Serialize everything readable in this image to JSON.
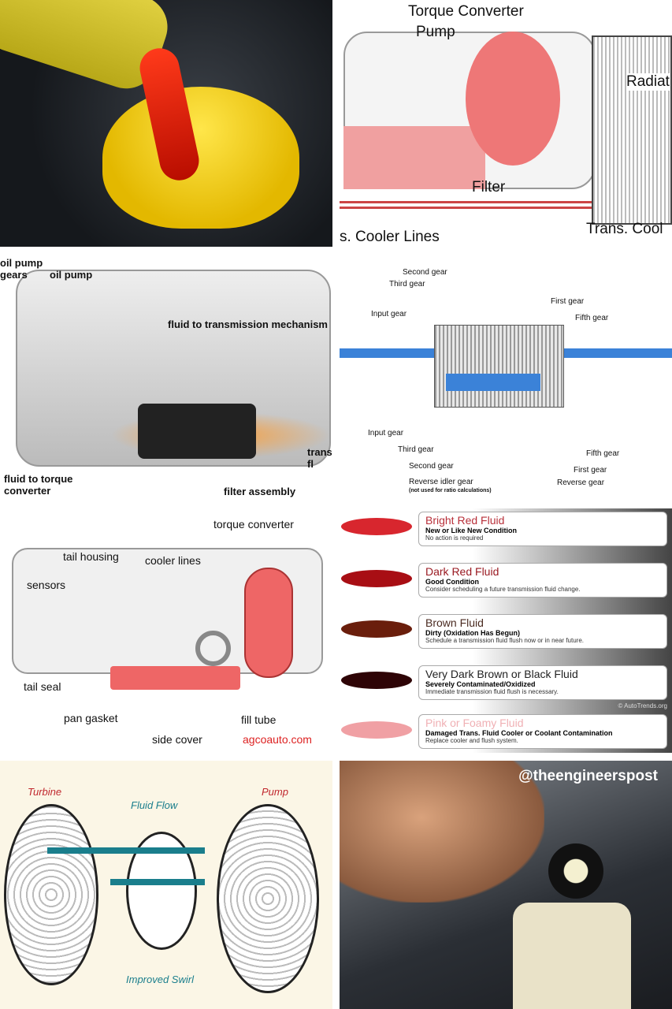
{
  "panel_torque_flow": {
    "torque_converter": "Torque Converter",
    "pump": "Pump",
    "radiator": "Radiat",
    "filter": "Filter",
    "cooler_lines": "s. Cooler Lines",
    "trans_cooler": "Trans. Cool"
  },
  "panel_oil_pump": {
    "oil_pump_gears": "oil pump\ngears",
    "oil_pump": "oil pump",
    "fluid_mech": "fluid to transmission mechanism",
    "fluid_tc": "fluid to torque\nconverter",
    "filter_assembly": "filter assembly",
    "trans_fl": "transi\nfl"
  },
  "panel_gears": {
    "top": [
      "Second gear",
      "Third gear",
      "Input gear",
      "First gear",
      "Fifth gear"
    ],
    "bottom": [
      "Input gear",
      "Third gear",
      "Second gear",
      "Reverse idler gear",
      "Fifth gear",
      "First gear",
      "Reverse gear"
    ],
    "note": "(not used for ratio calculations)"
  },
  "panel_parts": {
    "torque_converter": "torque converter",
    "tail_housing": "tail housing",
    "cooler_lines": "cooler lines",
    "sensors": "sensors",
    "tail_seal": "tail seal",
    "pan_gasket": "pan gasket",
    "side_cover": "side cover",
    "fill_tube": "fill tube",
    "source": "agcoauto.com"
  },
  "panel_fluid_colors": {
    "credit": "© AutoTrends.org",
    "items": [
      {
        "title": "Bright Red Fluid",
        "status": "New or Like New Condition",
        "action": "No action is required",
        "color": "#d8262e",
        "title_color": "#b8303a"
      },
      {
        "title": "Dark Red Fluid",
        "status": "Good Condition",
        "action": "Consider scheduling a future transmission fluid change.",
        "color": "#a80e14",
        "title_color": "#9a1a22"
      },
      {
        "title": "Brown Fluid",
        "status": "Dirty (Oxidation Has Begun)",
        "action": "Schedule a transmission fluid flush now or in near future.",
        "color": "#6a1e0c",
        "title_color": "#4a2a20"
      },
      {
        "title": "Very Dark Brown or Black Fluid",
        "status": "Severely Contaminated/Oxidized",
        "action": "Immediate transmission fluid flush is necessary.",
        "color": "#2e0406",
        "title_color": "#222"
      },
      {
        "title": "Pink or Foamy Fluid",
        "status": "Damaged Trans. Fluid Cooler or Coolant Contamination",
        "action": "Replace cooler and flush system.",
        "color": "#f0a0a4",
        "title_color": "#f0b0b4"
      }
    ]
  },
  "panel_swirl": {
    "turbine": "Turbine",
    "fluid_flow": "Fluid Flow",
    "pump": "Pump",
    "improved_swirl": "Improved Swirl"
  },
  "panel_photo": {
    "watermark": "@theengineerspost"
  }
}
